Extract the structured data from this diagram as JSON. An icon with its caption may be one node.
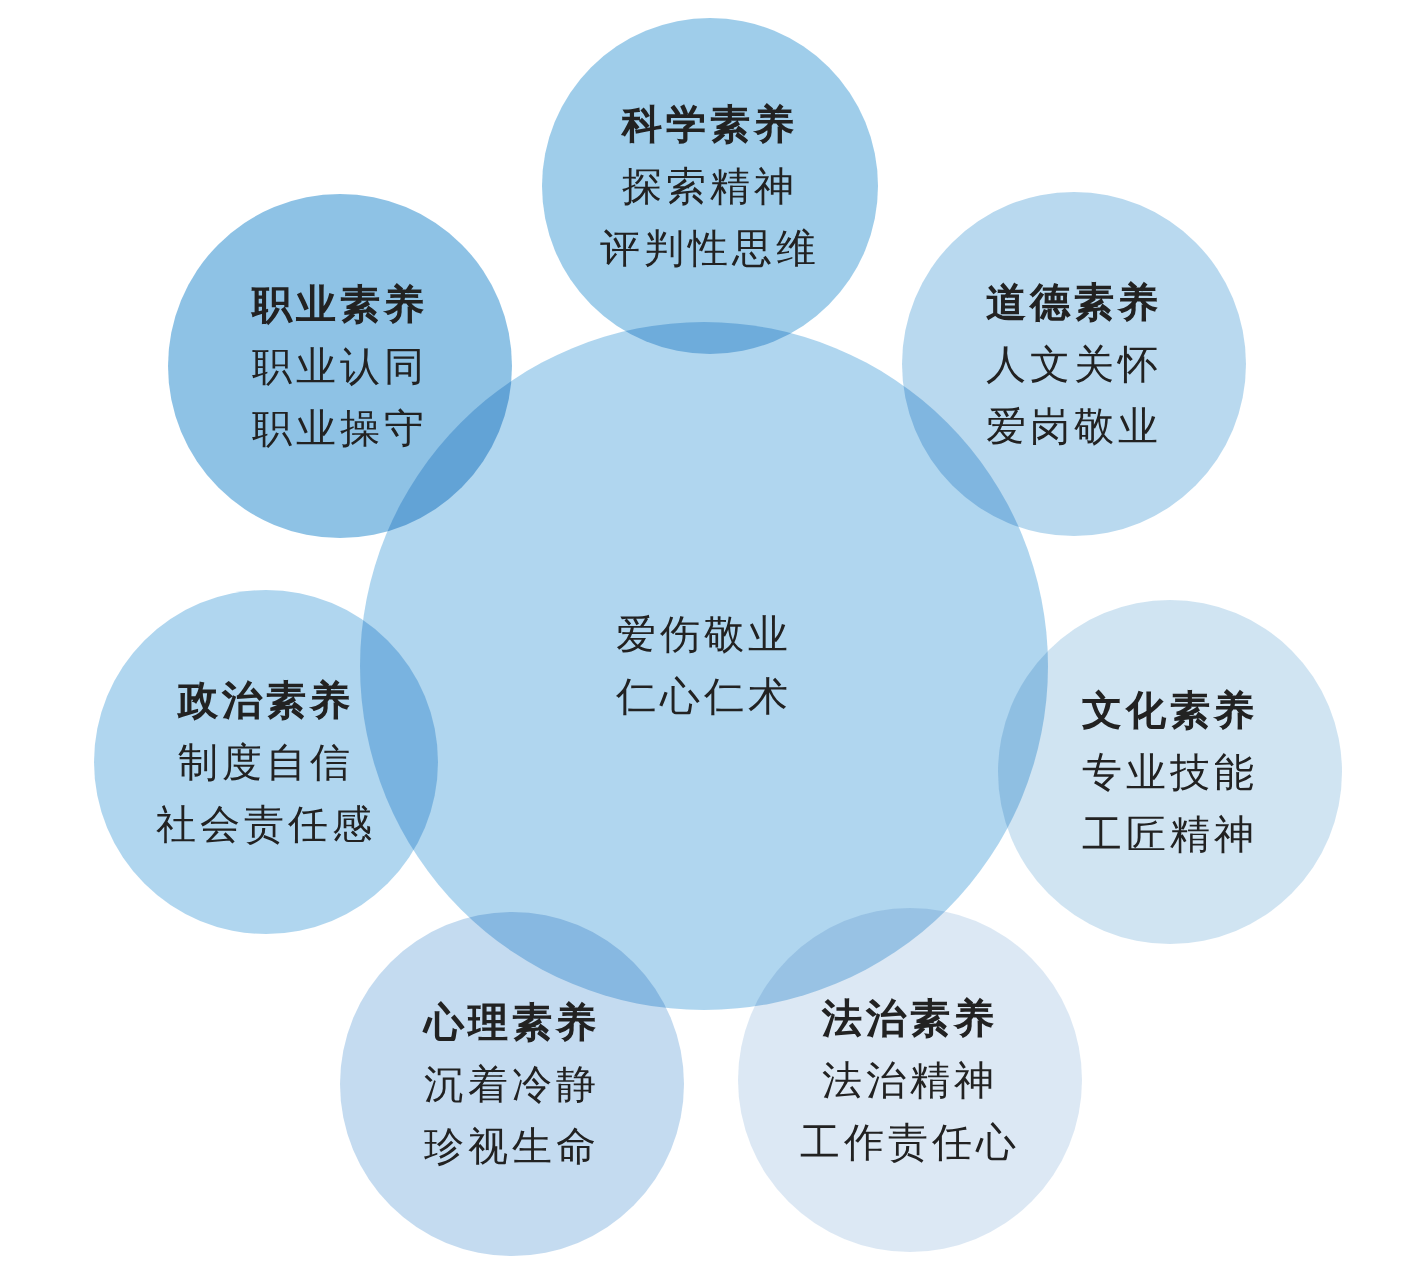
{
  "diagram": {
    "nodes": [
      {
        "text": [
          "科学素养",
          "探索精神",
          "评判性思维"
        ]
      },
      {
        "text": [
          "职业素养",
          "职业认同",
          "职业操守"
        ]
      },
      {
        "text": [
          "道德素养",
          "人文关怀",
          "爱岗敬业"
        ]
      },
      {
        "text": [
          "爱伤敬业",
          "仁心仁术"
        ]
      },
      {
        "text": [
          "政治素养",
          "制度自信",
          "社会责任感"
        ]
      },
      {
        "text": [
          "文化素养",
          "专业技能",
          "工匠精神"
        ]
      },
      {
        "text": [
          "心理素养",
          "沉着冷静",
          "珍视生命"
        ]
      },
      {
        "text": [
          "法治素养",
          "法治精神",
          "工作责任心"
        ]
      }
    ]
  }
}
